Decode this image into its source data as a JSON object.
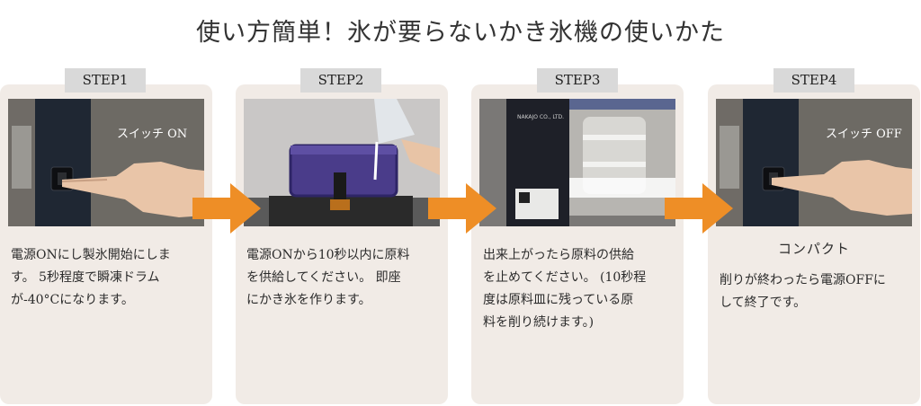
{
  "page_title": "使い方簡単！氷が要らないかき氷機の使いかた",
  "steps": [
    {
      "tag": "STEP1",
      "photo_label": "スイッチ ON",
      "subtitle": "",
      "lines": [
        "電源ONにし製氷開始にしま",
        "す。 5秒程度で瞬凍ドラム",
        "が-40°Cになります。"
      ]
    },
    {
      "tag": "STEP2",
      "photo_label": "",
      "subtitle": "",
      "lines": [
        "電源ONから10秒以内に原料",
        "を供給してください。 即座",
        "にかき氷を作ります。"
      ]
    },
    {
      "tag": "STEP3",
      "photo_label": "",
      "subtitle": "",
      "lines": [
        "出来上がったら原料の供給",
        "を止めてください。 (10秒程",
        "度は原料皿に残っている原",
        "料を削り続けます。)"
      ]
    },
    {
      "tag": "STEP4",
      "photo_label": "スイッチ OFF",
      "subtitle": "コンパクト",
      "lines": [
        "削りが終わったら電源OFFに",
        "して終了です。"
      ]
    }
  ],
  "colors": {
    "card_bg": "#f1ebe6",
    "tag_bg": "#d9d9d9",
    "arrow": "#ee8e26"
  }
}
